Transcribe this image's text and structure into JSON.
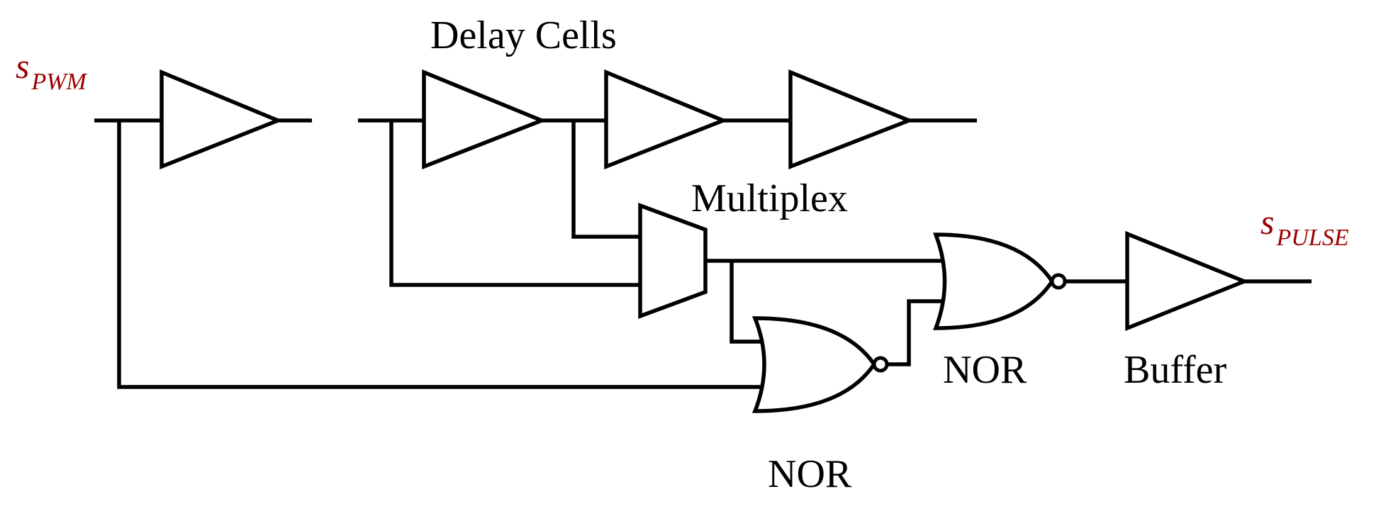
{
  "labels": {
    "delay_cells": "Delay Cells",
    "multiplex": "Multiplex",
    "nor_upper": "NOR",
    "nor_lower": "NOR",
    "buffer": "Buffer"
  },
  "signals": {
    "input": {
      "main": "s",
      "sub": "PWM"
    },
    "output": {
      "main": "s",
      "sub": "PULSE"
    }
  },
  "colors": {
    "signal_text": "#9b0000",
    "lines": "#000000",
    "background": "#ffffff"
  }
}
